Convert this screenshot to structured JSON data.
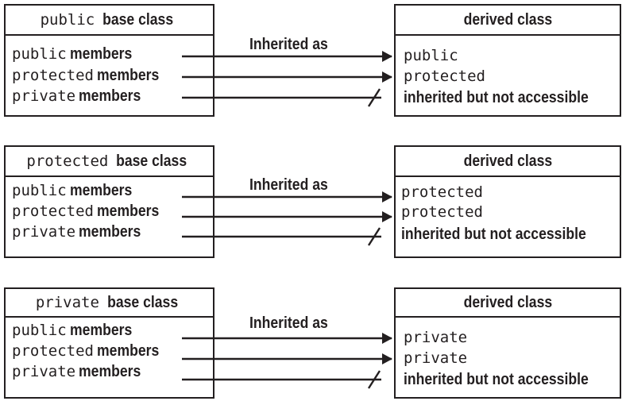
{
  "inherited_label": "Inherited as",
  "member_word": "members",
  "derived_header": "derived class",
  "not_accessible": "inherited but not accessible",
  "base_suffix": "base class",
  "access": {
    "public": "public",
    "protected": "protected",
    "private": "private"
  },
  "panels": [
    {
      "base_keyword": "public",
      "derived_members": [
        "public",
        "protected"
      ]
    },
    {
      "base_keyword": "protected",
      "derived_members": [
        "protected",
        "protected"
      ]
    },
    {
      "base_keyword": "private",
      "derived_members": [
        "private",
        "private"
      ]
    }
  ],
  "colors": {
    "ink": "#231f20",
    "background": "#ffffff"
  }
}
